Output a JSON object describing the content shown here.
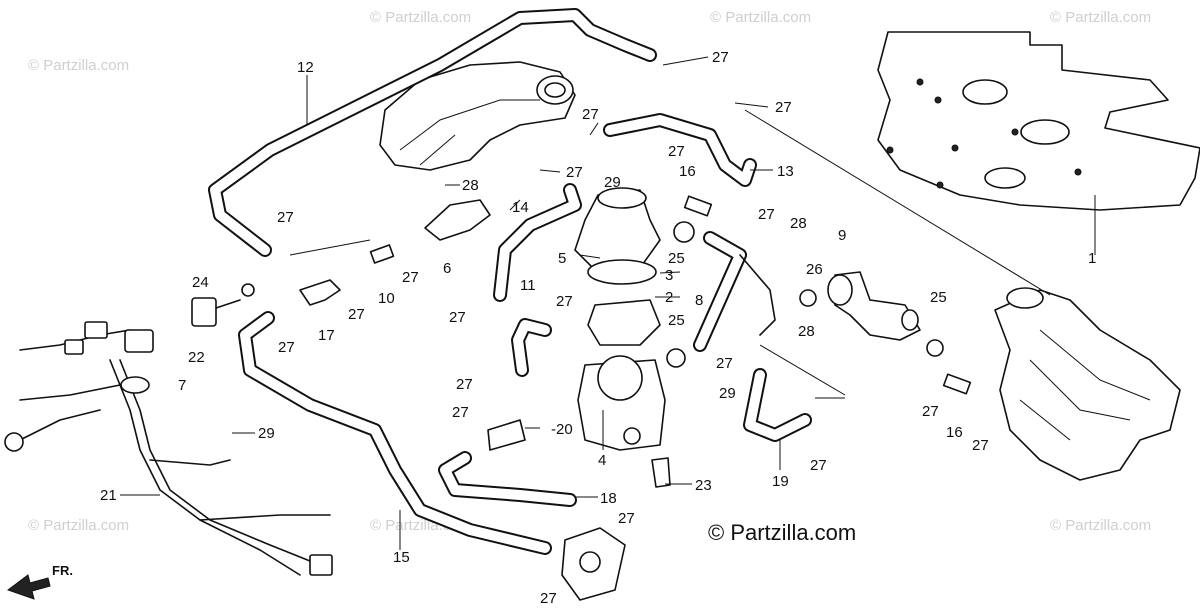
{
  "watermark": "© Partzilla.com",
  "copyright": "© Partzilla.com",
  "direction_label": "FR.",
  "callouts": [
    "1",
    "2",
    "3",
    "4",
    "5",
    "6",
    "7",
    "8",
    "9",
    "10",
    "11",
    "12",
    "13",
    "14",
    "15",
    "16",
    "17",
    "18",
    "19",
    "20",
    "21",
    "22",
    "23",
    "24",
    "25",
    "26",
    "27",
    "28",
    "29"
  ],
  "dash_prefix": "-"
}
